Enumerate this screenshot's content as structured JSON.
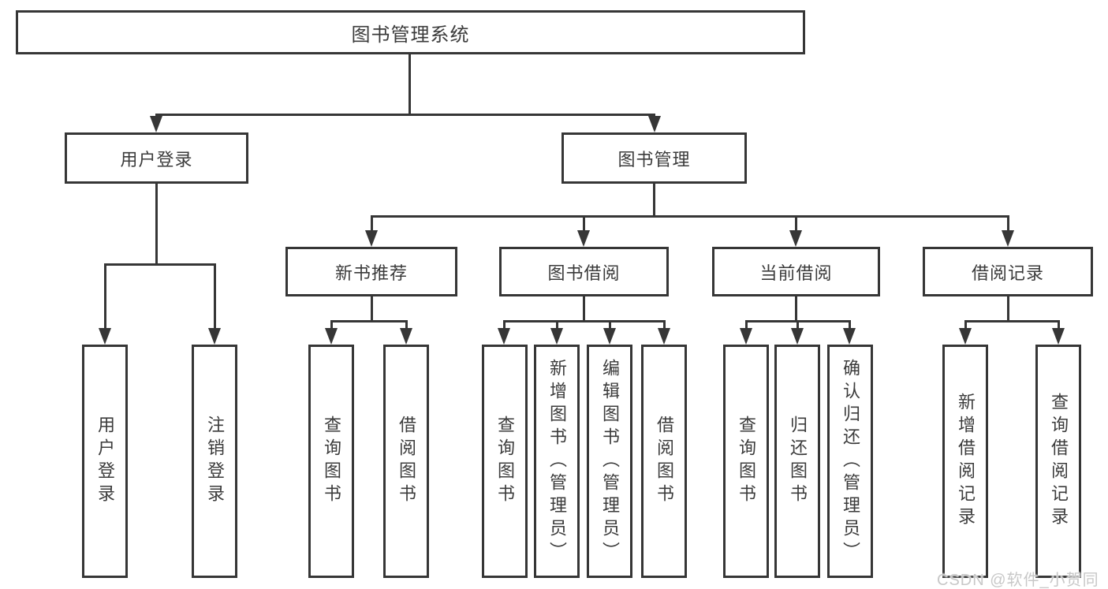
{
  "page": {
    "background": "#ffffff",
    "line_color": "#363636",
    "text_color": "#3b3b3b"
  },
  "diagram": {
    "root": {
      "label": "图书管理系统"
    },
    "level2": {
      "user_login": {
        "label": "用户登录"
      },
      "book_management": {
        "label": "图书管理"
      }
    },
    "level3": {
      "new_book_recommend": {
        "label": "新书推荐"
      },
      "book_borrowing": {
        "label": "图书借阅"
      },
      "current_borrowing": {
        "label": "当前借阅"
      },
      "borrowing_records": {
        "label": "借阅记录"
      }
    },
    "leaves": {
      "user_login": {
        "label": "用户登录"
      },
      "logout": {
        "label": "注销登录"
      },
      "recommend_query_books": {
        "label": "查询图书"
      },
      "recommend_borrow_books": {
        "label": "借阅图书"
      },
      "borrowing_query_books": {
        "label": "查询图书"
      },
      "borrowing_add_books": {
        "label": "新增图书（管理员）"
      },
      "borrowing_edit_books": {
        "label": "编辑图书（管理员）"
      },
      "borrowing_borrow_books": {
        "label": "借阅图书"
      },
      "current_query_books": {
        "label": "查询图书"
      },
      "current_return_books": {
        "label": "归还图书"
      },
      "current_confirm_return": {
        "label": "确认归还（管理员）"
      },
      "records_add_record": {
        "label": "新增借阅记录"
      },
      "records_query_record": {
        "label": "查询借阅记录"
      }
    }
  },
  "watermark": {
    "text": "CSDN @软件_小贺同学",
    "color": "#c8c8c8"
  }
}
